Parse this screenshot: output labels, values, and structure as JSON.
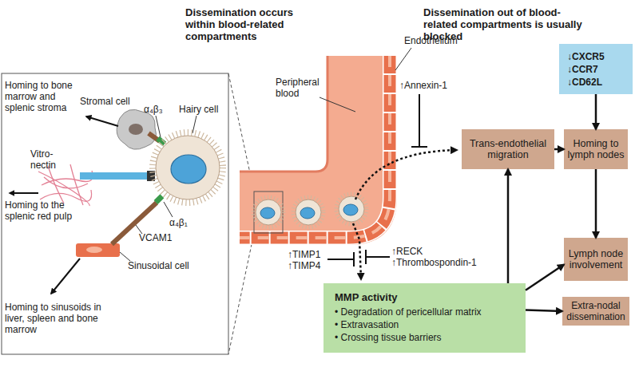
{
  "diagram": {
    "nodes": [
      {
        "text": [
          "↓CXCR5 ↓CCR7 ↓CD62L"
        ]
      },
      {
        "text": [
          "Trans-endothelial migration"
        ]
      },
      {
        "text": [
          "Homing to lymph nodes"
        ]
      },
      {
        "text": [
          "Lymph node involvement"
        ]
      },
      {
        "text": [
          "MMP activity",
          "• Degradation of pericellular matrix",
          "• Extravasation",
          "• Crossing tissue barriers"
        ]
      },
      {
        "text": [
          "Extra-nodal dissemination"
        ]
      }
    ],
    "edges": [
      {
        "from": 1,
        "to": 2,
        "arrow": "to"
      },
      {
        "from": 0,
        "to": 2,
        "arrow": "to"
      },
      {
        "from": 2,
        "to": 3,
        "arrow": "to"
      },
      {
        "from": 4,
        "to": 1,
        "arrow": "to"
      },
      {
        "from": 4,
        "to": 3,
        "arrow": "to"
      },
      {
        "from": 4,
        "to": 5,
        "arrow": "to"
      }
    ],
    "labels": [
      "Dissemination occurs within blood-related compartments",
      "Dissemination out of blood-related compartments is usually blocked",
      "Homing to bone marrow and splenic stroma",
      "Stromal cell",
      "α₄β₃",
      "Hairy cell",
      "Vitro-nectin",
      "Homing to the splenic red pulp",
      "α₄β₁",
      "VCAM1",
      "Sinusoidal cell",
      "Homing to sinusoids in liver, spleen and bone marrow",
      "Endothelium",
      "Peripheral blood",
      "↑Annexin-1",
      "↑TIMP1 ↑TIMP4",
      "↑RECK ↑Thrombospondin-1"
    ]
  }
}
